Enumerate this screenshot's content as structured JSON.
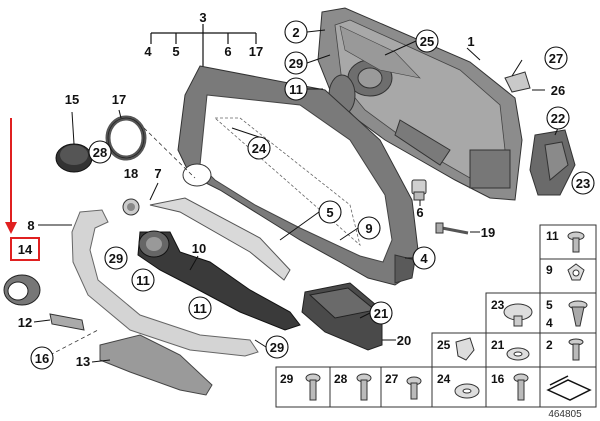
{
  "diagram": {
    "document_number": "464805",
    "highlighted_part": "14",
    "accent_color": "#e02020",
    "callouts": {
      "c1": "1",
      "c2": "2",
      "c3": "3",
      "c4": "4",
      "c5": "5",
      "c6": "6",
      "c7": "7",
      "c8": "8",
      "c9": "9",
      "c10": "10",
      "c11a": "11",
      "c11b": "11",
      "c11c": "11",
      "c12": "12",
      "c13": "13",
      "c15": "15",
      "c16": "16",
      "c17": "17",
      "c18": "18",
      "c19": "19",
      "c20": "20",
      "c21": "21",
      "c22": "22",
      "c23": "23",
      "c24": "24",
      "c25": "25",
      "c26": "26",
      "c27": "27",
      "c28": "28",
      "c29a": "29",
      "c29b": "29",
      "c29c": "29",
      "t4": "4",
      "t5": "5",
      "t6": "6",
      "t17": "17"
    },
    "grid": {
      "g11": "11",
      "g9": "9",
      "g23": "23",
      "g5": "5",
      "g4": "4",
      "g25": "25",
      "g21": "21",
      "g2": "2",
      "g29": "29",
      "g28": "28",
      "g27": "27",
      "g24": "24",
      "g16": "16"
    }
  }
}
